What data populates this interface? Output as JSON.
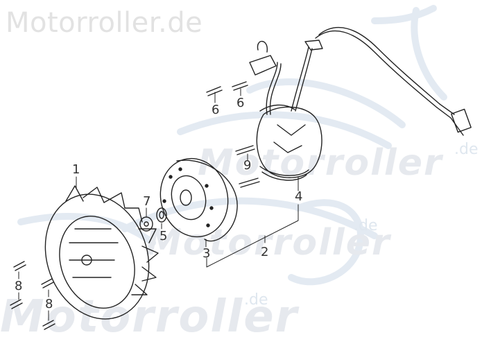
{
  "watermark": {
    "top_left": "Motorroller.de",
    "repeat_text": "Motorroller",
    "repeat_suffix": ".de",
    "color": "#dfe5ec"
  },
  "diagram": {
    "type": "exploded-parts-view",
    "subject": "flywheel / magneto assembly with cooling fan",
    "callouts": [
      {
        "id": "c1",
        "label": "1",
        "part": "cooling-fan"
      },
      {
        "id": "c2",
        "label": "2",
        "part": "magneto-assembly"
      },
      {
        "id": "c3",
        "label": "3",
        "part": "flywheel-rotor"
      },
      {
        "id": "c4",
        "label": "4",
        "part": "stator"
      },
      {
        "id": "c5",
        "label": "5",
        "part": "washer"
      },
      {
        "id": "c6a",
        "label": "6",
        "part": "screw"
      },
      {
        "id": "c6b",
        "label": "6",
        "part": "screw"
      },
      {
        "id": "c7",
        "label": "7",
        "part": "nut"
      },
      {
        "id": "c8a",
        "label": "8",
        "part": "bolt"
      },
      {
        "id": "c8b",
        "label": "8",
        "part": "bolt"
      },
      {
        "id": "c9",
        "label": "9",
        "part": "bolt"
      }
    ]
  }
}
